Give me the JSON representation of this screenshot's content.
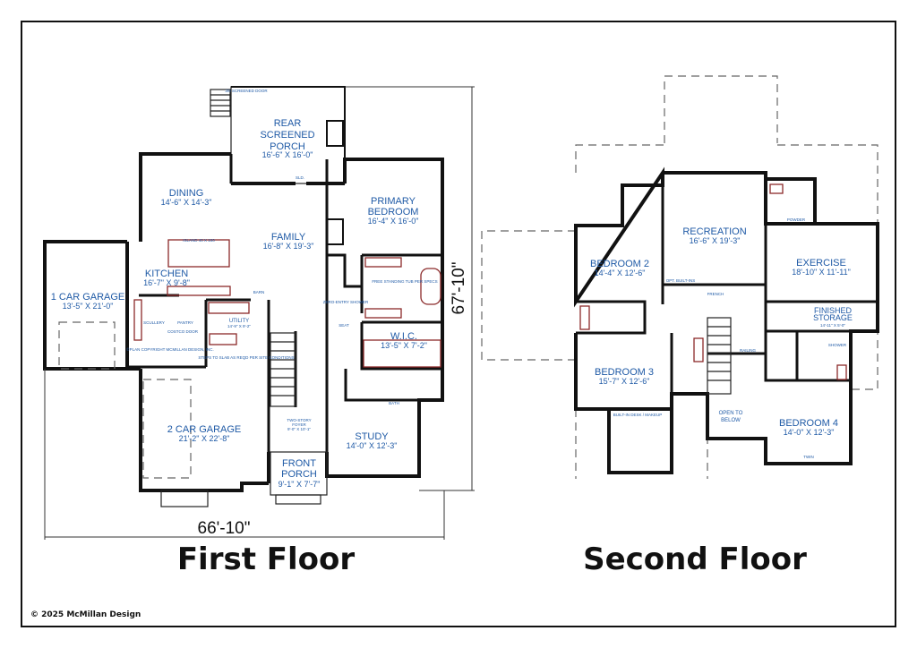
{
  "first_floor": {
    "title": "First Floor",
    "width_dimension": "66'-10\"",
    "depth_dimension": "67'-10\"",
    "rooms": [
      {
        "name": "REAR",
        "name2": "SCREENED",
        "name3": "PORCH",
        "size": "16'-6\" X 16'-0\""
      },
      {
        "name": "DINING",
        "size": "14'-6\" X 14'-3\""
      },
      {
        "name": "FAMILY",
        "size": "16'-8\" X 19'-3\""
      },
      {
        "name": "PRIMARY",
        "name2": "BEDROOM",
        "size": "16'-4\" X 16'-0\""
      },
      {
        "name": "KITCHEN",
        "size": "16'-7\" X 9'-8\""
      },
      {
        "name": "1 CAR GARAGE",
        "size": "13'-5\" X 21'-0\""
      },
      {
        "name": "W.I.C.",
        "size": "13'-5\" X 7'-2\""
      },
      {
        "name": "2 CAR GARAGE",
        "size": "21'-2\" X 22'-8\""
      },
      {
        "name": "STUDY",
        "size": "14'-0\" X 12'-3\""
      },
      {
        "name": "FRONT",
        "name2": "PORCH",
        "size": "9'-1\" X 7'-7\""
      },
      {
        "name": "UTILITY",
        "size": "14'-9\" X 9'-2\""
      },
      {
        "name": "TWO-STORY",
        "name2": "FOYER",
        "size": "9'-0\" X 10'-1\""
      }
    ],
    "notes": {
      "screened_door": "3/0 SCREENED DOOR",
      "sld": "SLD.",
      "island": "ISLAND 40 X 100",
      "scullery": "SCULLERY",
      "pantry": "PANTRY",
      "costco": "COSTCO DOOR",
      "barn": "BARN",
      "copyright": "©PLAN COPYRIGHT MCMILLAN DESIGN, INC.",
      "steps": "STEPS TO SLAB AS REQD PER SITE CONDITIONS",
      "zero_shower": "ZERO-ENTRY SHOWER",
      "tub": "FREE STANDING TUB PER SPECS",
      "seat": "SEAT",
      "bath": "BATH"
    }
  },
  "second_floor": {
    "title": "Second Floor",
    "rooms": [
      {
        "name": "RECREATION",
        "size": "16'-6\" X 19'-3\""
      },
      {
        "name": "BEDROOM 2",
        "size": "14'-4\" X 12'-6\""
      },
      {
        "name": "EXERCISE",
        "size": "18'-10\" X 11'-11\""
      },
      {
        "name": "FINISHED",
        "name2": "STORAGE",
        "size": "14'-11\" X 5'-0\""
      },
      {
        "name": "BEDROOM 3",
        "size": "15'-7\" X 12'-6\""
      },
      {
        "name": "OPEN TO",
        "name2": "BELOW"
      },
      {
        "name": "BEDROOM 4",
        "size": "14'-0\" X 12'-3\""
      }
    ],
    "notes": {
      "powder": "POWDER",
      "french": "FRENCH",
      "opt_builtins": "OPT. BUILT-INS",
      "railing": "RAILING",
      "shower": "SHOWER",
      "twin": "TWIN",
      "makeup": "BUILT-IN DESK / MAKEUP"
    }
  },
  "copyright": "© 2025 McMillan Design"
}
